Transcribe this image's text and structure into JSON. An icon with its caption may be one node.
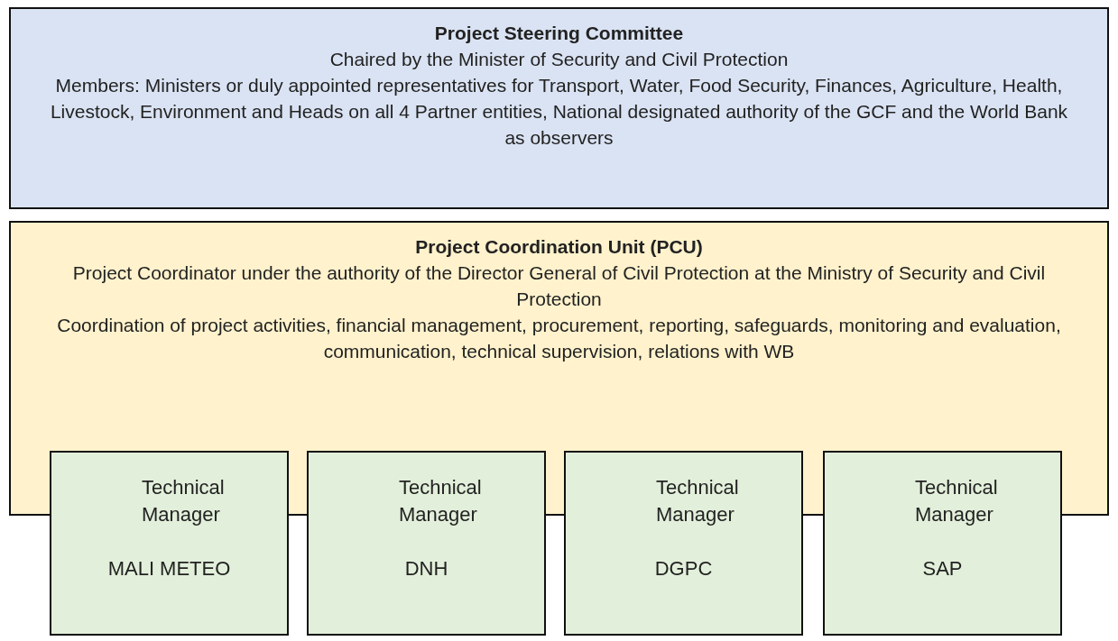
{
  "diagram": {
    "nodes": [
      {
        "text": [
          "Project Steering Committee",
          "Chaired by the Minister of Security and Civil Protection",
          "Members: Ministers or duly appointed representatives for Transport, Water, Food Security, Finances, Agriculture, Health, Livestock, Environment and Heads on all 4 Partner entities, National designated authority of the GCF and the World Bank as observers"
        ]
      },
      {
        "text": [
          "Project Coordination Unit (PCU)",
          "Project Coordinator under the authority of the Director General of Civil Protection at the Ministry of Security and Civil Protection",
          "Coordination of project activities, financial management, procurement, reporting, safeguards, monitoring and evaluation, communication, technical supervision, relations with WB"
        ]
      },
      {
        "text": [
          "Technical Manager",
          "MALI METEO"
        ]
      },
      {
        "text": [
          "Technical Manager",
          "DNH"
        ]
      },
      {
        "text": [
          "Technical Manager",
          "DGPC"
        ]
      },
      {
        "text": [
          "Technical Manager",
          "SAP"
        ]
      }
    ],
    "edges": []
  }
}
